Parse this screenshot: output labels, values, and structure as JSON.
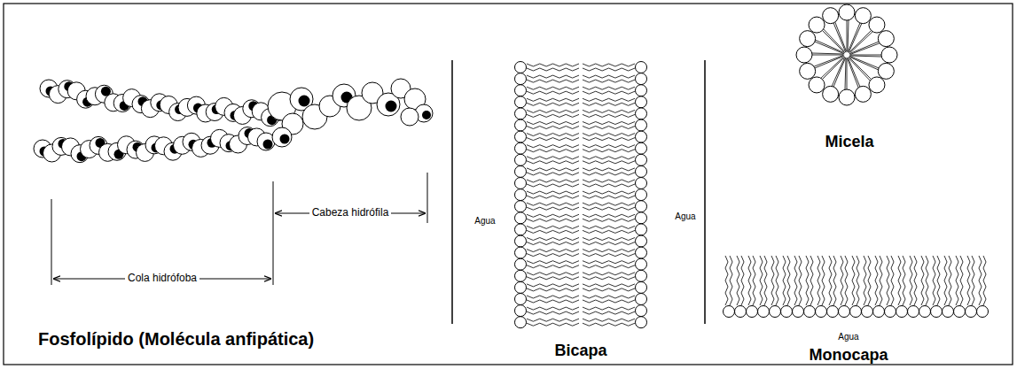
{
  "diagram": {
    "labels": [
      "Cola hidrófoba",
      "Cabeza hidrófila",
      "Fosfolípido (Molécula anfipática)",
      "Agua",
      "Bicapa",
      "Agua",
      "Micela",
      "Agua",
      "Monocapa"
    ]
  }
}
